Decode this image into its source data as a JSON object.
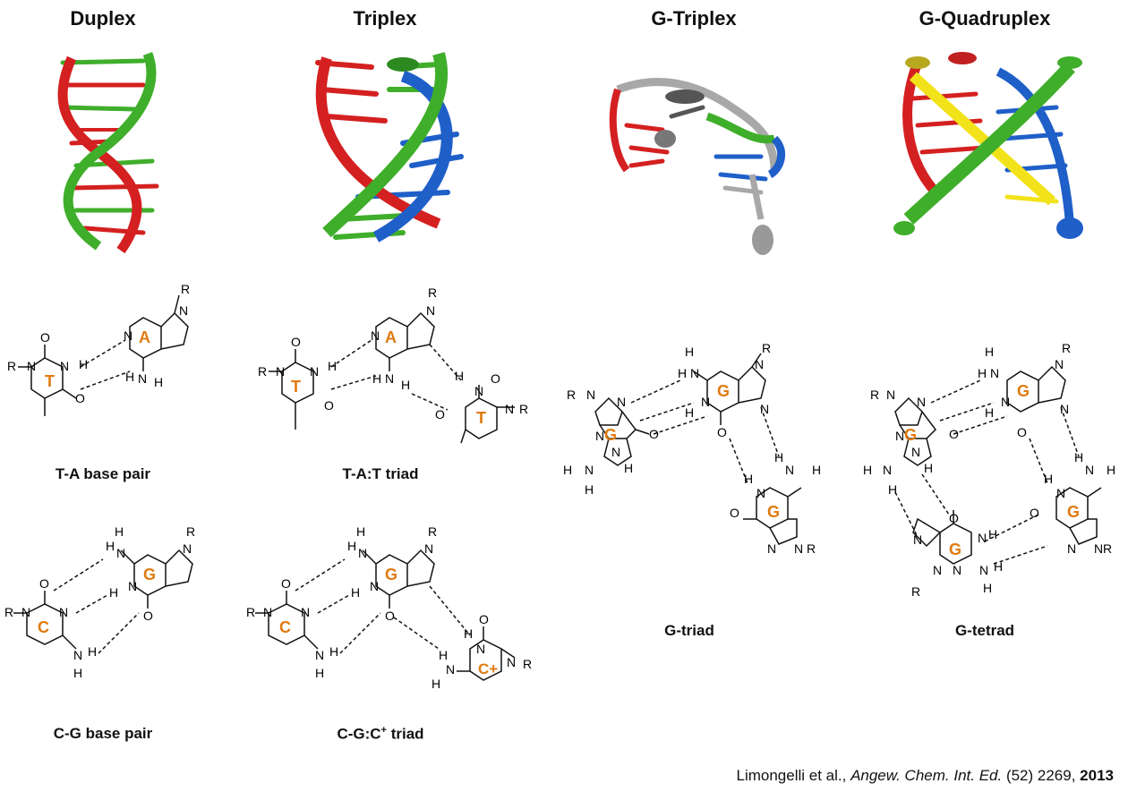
{
  "headers": {
    "duplex": "Duplex",
    "triplex": "Triplex",
    "g_triplex": "G-Triplex",
    "g_quadruplex": "G-Quadruplex"
  },
  "captions": {
    "ta_pair": "T-A base pair",
    "tat_triad": "T-A:T triad",
    "cg_pair": "C-G base pair",
    "cgc_triad_base": "C-G:C",
    "cgc_triad_sup": "+",
    "cgc_triad_end": " triad",
    "g_triad": "G-triad",
    "g_tetrad": "G-tetrad"
  },
  "bases": {
    "T": "T",
    "A": "A",
    "C": "C",
    "G": "G",
    "Cplus": "C+"
  },
  "atoms": {
    "R": "R",
    "N": "N",
    "H": "H",
    "O": "O"
  },
  "citation": {
    "authors": "Limongelli et al., ",
    "journal": "Angew. Chem. Int. Ed.",
    "volume_pages": " (52) 2269, ",
    "year": "2013"
  },
  "colors": {
    "strand_red": "#d42020",
    "strand_green": "#3fae2a",
    "strand_blue": "#1f5fc8",
    "strand_yellow": "#f2e21a",
    "strand_grey": "#a8a8a8",
    "base_label": "#e07a10"
  }
}
